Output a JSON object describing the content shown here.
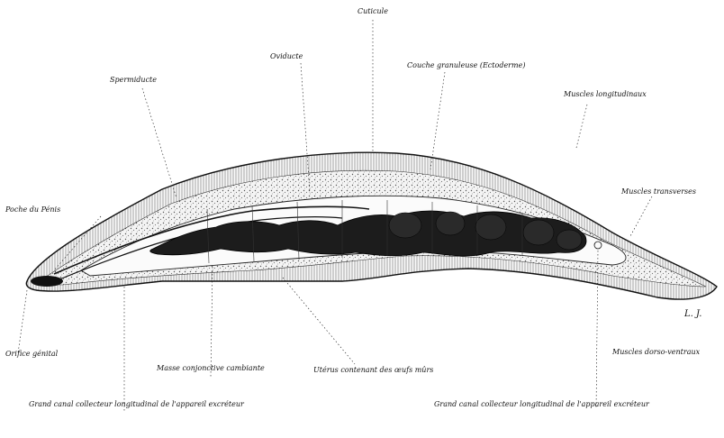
{
  "labels": {
    "cuticule": "Cuticule",
    "oviducte": "Oviducte",
    "spermiducte": "Spermiducte",
    "couche_granuleuse": "Couche granuleuse (Ectoderme)",
    "muscles_longitudinaux": "Muscles longitudinaux",
    "muscles_transverses": "Muscles transverses",
    "poche_du_penis": "Poche du Pénis",
    "orifice_genital": "Orifice génital",
    "masse_conjonctive": "Masse conjonctive cambiante",
    "uterus": "Utérus contenant des œufs mûrs",
    "muscles_dorso_ventraux": "Muscles dorso-ventraux",
    "grand_canal_left": "Grand canal collecteur longitudinal de l'appareil excréteur",
    "grand_canal_right": "Grand canal collecteur longitudinal de l'appareil excréteur"
  },
  "signature": "L. J.",
  "colors": {
    "ink": "#111111",
    "tissue_fill": "#f3f3f3",
    "uterus_fill": "#1c1c1c",
    "background": "#ffffff"
  }
}
